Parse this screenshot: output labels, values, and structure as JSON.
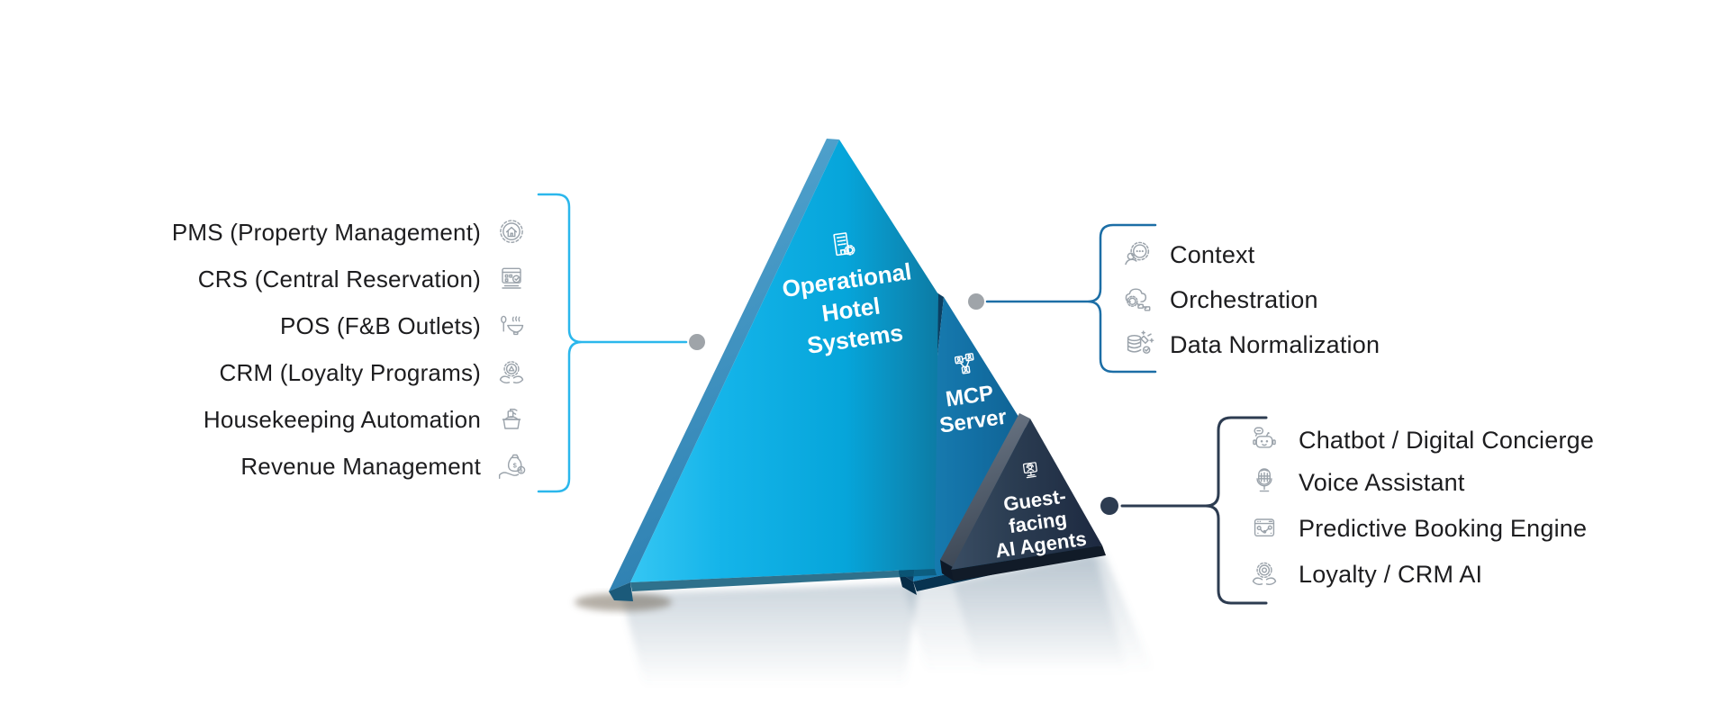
{
  "colors": {
    "accent_cyan": "#2bb7ec",
    "accent_blue": "#1c6ea6",
    "accent_navy": "#2d3c51",
    "big_face": "#14b4e9",
    "mcp_face": "#1271a7",
    "guest_face": "#2b3d52",
    "icon_gray": "#9ba3ab",
    "text_dark": "#1d1d1f",
    "dot_gray": "#9fa4a9",
    "label_white": "#ffffff"
  },
  "pyramid": {
    "levels": [
      {
        "id": "operational-hotel-systems",
        "lines": [
          "Operational",
          "Hotel",
          "Systems"
        ],
        "icon": "hotel-building-gear-icon"
      },
      {
        "id": "mcp-server",
        "lines": [
          "MCP",
          "Server"
        ],
        "icon": "connected-agents-icon"
      },
      {
        "id": "guest-facing-ai-agents",
        "lines": [
          "Guest-",
          "facing",
          "AI Agents"
        ],
        "icon": "agent-monitor-icon"
      }
    ]
  },
  "left_panel": {
    "items": [
      {
        "label": "PMS (Property Management)",
        "icon": "property-management-icon"
      },
      {
        "label": "CRS (Central Reservation)",
        "icon": "central-reservation-icon"
      },
      {
        "label": "POS (F&B Outlets)",
        "icon": "food-beverage-icon"
      },
      {
        "label": "CRM (Loyalty Programs)",
        "icon": "loyalty-program-icon"
      },
      {
        "label": "Housekeeping Automation",
        "icon": "housekeeping-icon"
      },
      {
        "label": "Revenue Management",
        "icon": "revenue-management-icon"
      }
    ]
  },
  "right_top_panel": {
    "items": [
      {
        "label": "Context",
        "icon": "context-icon"
      },
      {
        "label": "Orchestration",
        "icon": "orchestration-icon"
      },
      {
        "label": "Data Normalization",
        "icon": "data-normalization-icon"
      }
    ]
  },
  "right_bottom_panel": {
    "items": [
      {
        "label": "Chatbot / Digital Concierge",
        "icon": "chatbot-icon"
      },
      {
        "label": "Voice Assistant",
        "icon": "voice-assistant-icon"
      },
      {
        "label": "Predictive Booking Engine",
        "icon": "predictive-booking-icon"
      },
      {
        "label": "Loyalty / CRM AI",
        "icon": "loyalty-crm-ai-icon"
      }
    ]
  }
}
